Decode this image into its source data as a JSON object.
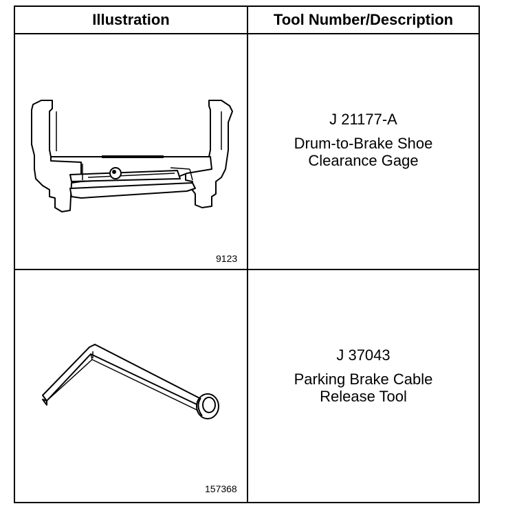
{
  "table": {
    "headers": {
      "illustration": "Illustration",
      "tool": "Tool Number/Description"
    },
    "rows": [
      {
        "tool_number": "J 21177-A",
        "description_line1": "Drum-to-Brake Shoe",
        "description_line2": "Clearance Gage",
        "figure_number": "9123",
        "illustration_icon": "brake-shoe-clearance-gage-icon"
      },
      {
        "tool_number": "J 37043",
        "description_line1": "Parking Brake Cable",
        "description_line2": "Release Tool",
        "figure_number": "157368",
        "illustration_icon": "parking-brake-release-tool-icon"
      }
    ]
  }
}
